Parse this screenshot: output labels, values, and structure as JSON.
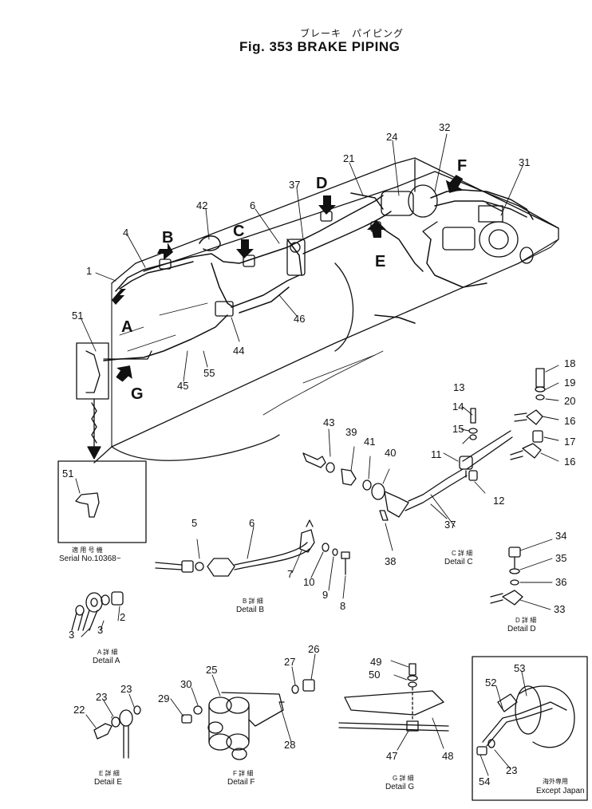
{
  "title_japanese": "ブレーキ　パイピング",
  "title": "Fig. 353 BRAKE PIPING",
  "views": [
    "A",
    "B",
    "C",
    "D",
    "E",
    "F",
    "G"
  ],
  "parts": {
    "main": [
      {
        "n": "1"
      },
      {
        "n": "4"
      },
      {
        "n": "42"
      },
      {
        "n": "6"
      },
      {
        "n": "37"
      },
      {
        "n": "21"
      },
      {
        "n": "24"
      },
      {
        "n": "32"
      },
      {
        "n": "31"
      },
      {
        "n": "51"
      },
      {
        "n": "44"
      },
      {
        "n": "46"
      },
      {
        "n": "45"
      },
      {
        "n": "55"
      }
    ],
    "detail_c": [
      {
        "n": "13"
      },
      {
        "n": "14"
      },
      {
        "n": "15"
      },
      {
        "n": "11"
      },
      {
        "n": "12"
      },
      {
        "n": "37"
      },
      {
        "n": "38"
      },
      {
        "n": "43"
      },
      {
        "n": "39"
      },
      {
        "n": "41"
      },
      {
        "n": "40"
      }
    ],
    "detail_c_right": [
      {
        "n": "18"
      },
      {
        "n": "19"
      },
      {
        "n": "20"
      },
      {
        "n": "16"
      },
      {
        "n": "17"
      },
      {
        "n": "16"
      }
    ],
    "detail_b": [
      {
        "n": "5"
      },
      {
        "n": "6"
      },
      {
        "n": "7"
      },
      {
        "n": "10"
      },
      {
        "n": "9"
      },
      {
        "n": "8"
      }
    ],
    "detail_d": [
      {
        "n": "34"
      },
      {
        "n": "35"
      },
      {
        "n": "36"
      },
      {
        "n": "33"
      }
    ],
    "detail_a": [
      {
        "n": "3"
      },
      {
        "n": "3"
      },
      {
        "n": "2"
      }
    ],
    "detail_e": [
      {
        "n": "22"
      },
      {
        "n": "23"
      },
      {
        "n": "23"
      }
    ],
    "detail_f": [
      {
        "n": "25"
      },
      {
        "n": "30"
      },
      {
        "n": "29"
      },
      {
        "n": "27"
      },
      {
        "n": "26"
      },
      {
        "n": "28"
      }
    ],
    "detail_g": [
      {
        "n": "49"
      },
      {
        "n": "50"
      },
      {
        "n": "47"
      },
      {
        "n": "48"
      }
    ],
    "inset_51": [
      {
        "n": "51"
      }
    ],
    "inset_except": [
      {
        "n": "53"
      },
      {
        "n": "52"
      },
      {
        "n": "54"
      },
      {
        "n": "23"
      }
    ]
  },
  "captions": {
    "a": {
      "jp": "A 詳 細",
      "en": "Detail A"
    },
    "b": {
      "jp": "B 詳 細",
      "en": "Detail B"
    },
    "c": {
      "jp": "C 詳 細",
      "en": "Detail C"
    },
    "d": {
      "jp": "D 詳 細",
      "en": "Detail D"
    },
    "e": {
      "jp": "E 詳 細",
      "en": "Detail E"
    },
    "f": {
      "jp": "F 詳 細",
      "en": "Detail F"
    },
    "g": {
      "jp": "G 詳 細",
      "en": "Detail G"
    },
    "serial_jp": "適 用 号 機",
    "serial_en": "Serial No.10368~",
    "except_jp": "海外専用",
    "except_en": "Except Japan"
  }
}
